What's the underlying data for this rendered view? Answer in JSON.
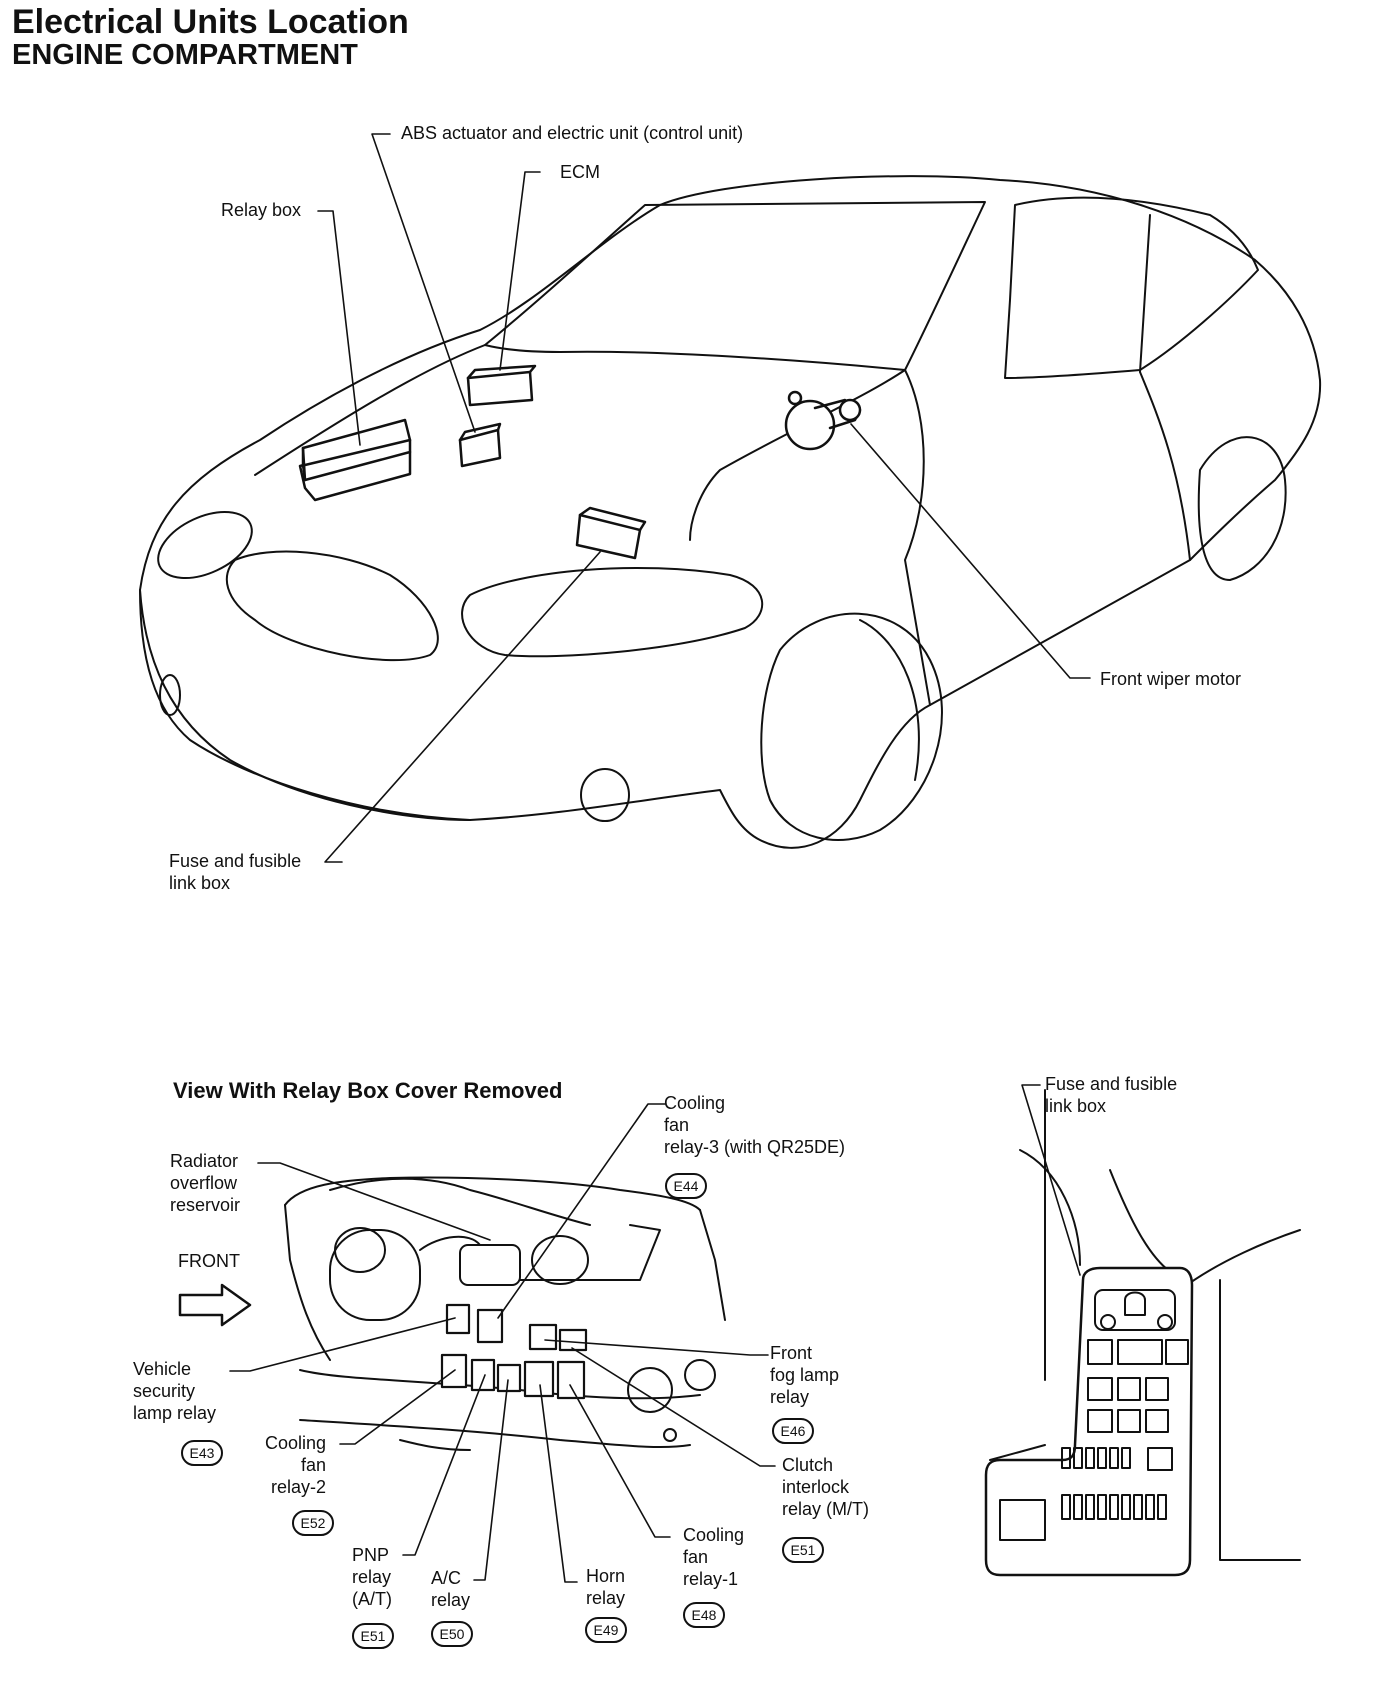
{
  "header": {
    "title": "Electrical Units Location",
    "subtitle": "ENGINE COMPARTMENT"
  },
  "top_callouts": {
    "abs": "ABS actuator and electric unit (control unit)",
    "ecm": "ECM",
    "relay_box": "Relay box",
    "front_wiper_motor": "Front wiper motor",
    "fuse_box": "Fuse and fusible\nlink box"
  },
  "relay_view": {
    "title": "View With Relay Box Cover Removed",
    "front": "FRONT",
    "radiator": "Radiator\noverflow\nreservoir",
    "cooling_fan_3": "Cooling\nfan\nrelay-3 (with QR25DE)",
    "cooling_fan_3_conn": "E44",
    "vehicle_security": "Vehicle\nsecurity\nlamp relay",
    "vehicle_security_conn": "E43",
    "front_fog": "Front\nfog lamp\nrelay",
    "front_fog_conn": "E46",
    "cooling_fan_2": "Cooling\nfan\nrelay-2",
    "cooling_fan_2_conn": "E52",
    "clutch_interlock": "Clutch\ninterlock\nrelay (M/T)",
    "clutch_interlock_conn": "E51",
    "cooling_fan_1": "Cooling\nfan\nrelay-1",
    "cooling_fan_1_conn": "E48",
    "pnp": "PNP\nrelay\n(A/T)",
    "pnp_conn": "E51",
    "ac": "A/C\nrelay",
    "ac_conn": "E50",
    "horn": "Horn\nrelay",
    "horn_conn": "E49"
  },
  "fuse_view": {
    "title": "Fuse and fusible\nlink box"
  },
  "icons": [
    "front-arrow-icon"
  ]
}
